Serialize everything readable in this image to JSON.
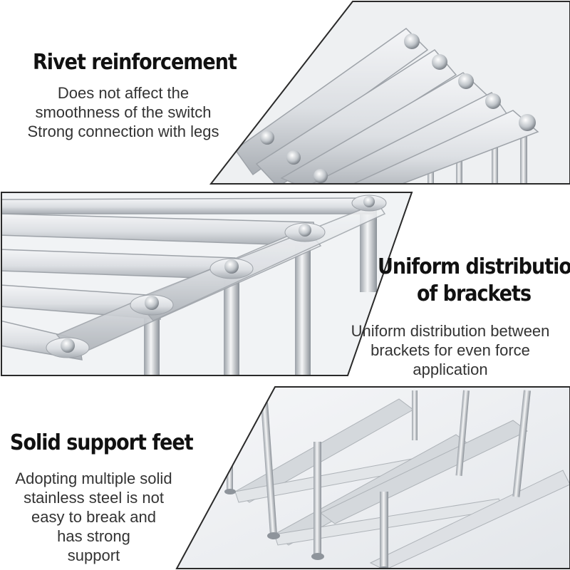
{
  "sections": [
    {
      "heading": "Rivet reinforcement",
      "lines": [
        "Does not affect the",
        "smoothness of the switch",
        "Strong connection with legs"
      ]
    },
    {
      "heading_lines": [
        "Uniform distribution",
        "of brackets"
      ],
      "lines": [
        "Uniform distribution between",
        "brackets for even force",
        "application"
      ]
    },
    {
      "heading": "Solid support feet",
      "lines": [
        "Adopting multiple solid",
        "stainless steel is not",
        "easy to break and",
        "has strong",
        "support"
      ]
    }
  ],
  "colors": {
    "steel_light": "#eef0f2",
    "steel_mid": "#c9cdd2",
    "steel_dark": "#8e949b",
    "frame_border": "#2a2a2a",
    "heading_text": "#111111",
    "body_text": "#333333"
  }
}
